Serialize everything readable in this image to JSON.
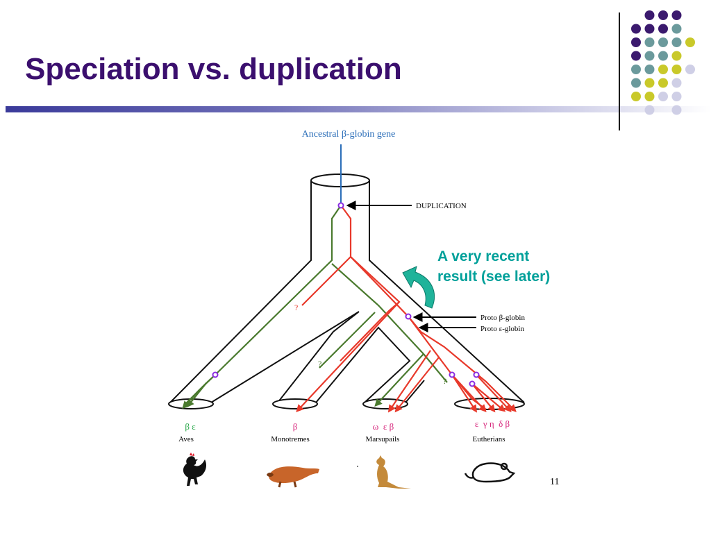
{
  "slide": {
    "title": "Speciation vs. duplication",
    "page_number": "11",
    "annotation_line1": "A very recent",
    "annotation_line2": "result (see later)"
  },
  "diagram": {
    "top_label": "Ancestral β-globin gene",
    "duplication_label": "DUPLICATION",
    "proto_beta_label": "Proto β-globin",
    "proto_epsilon_label": "Proto ε-globin",
    "question_mark": "?",
    "taxa": [
      {
        "name": "Aves",
        "genes": "β ε",
        "animal_icon": "rooster-icon"
      },
      {
        "name": "Monotremes",
        "genes": "β",
        "animal_icon": "platypus-icon"
      },
      {
        "name": "Marsupails",
        "genes": "ω  ε β",
        "animal_icon": "kangaroo-icon"
      },
      {
        "name": "Eutherians",
        "genes": "ε  γ η  δ β",
        "animal_icon": "mouse-icon"
      }
    ]
  },
  "colors": {
    "title": "#3b0f6e",
    "beta_lineage": "#e8392b",
    "epsilon_lineage": "#4a7a2e",
    "ancestral": "#2a6db8",
    "annotation": "#00a09a",
    "gene_labels": "#d6247a"
  },
  "decor": {
    "dot_colors": {
      "purple": "#3b1a6e",
      "teal": "#6b9a9c",
      "yellow": "#c9c92a",
      "lavender": "#cfcfe6"
    }
  }
}
